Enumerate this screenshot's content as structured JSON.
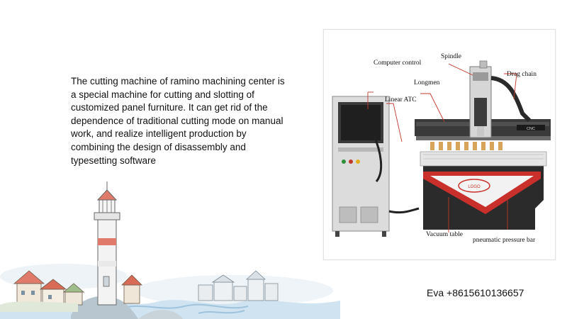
{
  "description": "The cutting machine of ramino machining center is\na special machine for cutting and slotting of\ncustomized panel furniture. It can get rid of the\ndependence of traditional cutting mode on manual\nwork, and realize intelligent production by\ncombining the design of disassembly and\ntypesetting software",
  "contact": "Eva +8615610136657",
  "machine_labels": {
    "computer_control": "Computer control",
    "spindle": "Spindle",
    "drag_chain": "Drag chain",
    "longmen": "Longmen",
    "linear_atc": "Linear ATC",
    "vacuum_table": "Vacuum table",
    "pneumatic_pressure_bar": "pneumatic pressure bar"
  },
  "colors": {
    "callout_line": "#c0392b",
    "machine_red": "#c9302c",
    "machine_dark": "#2b2b2b"
  }
}
